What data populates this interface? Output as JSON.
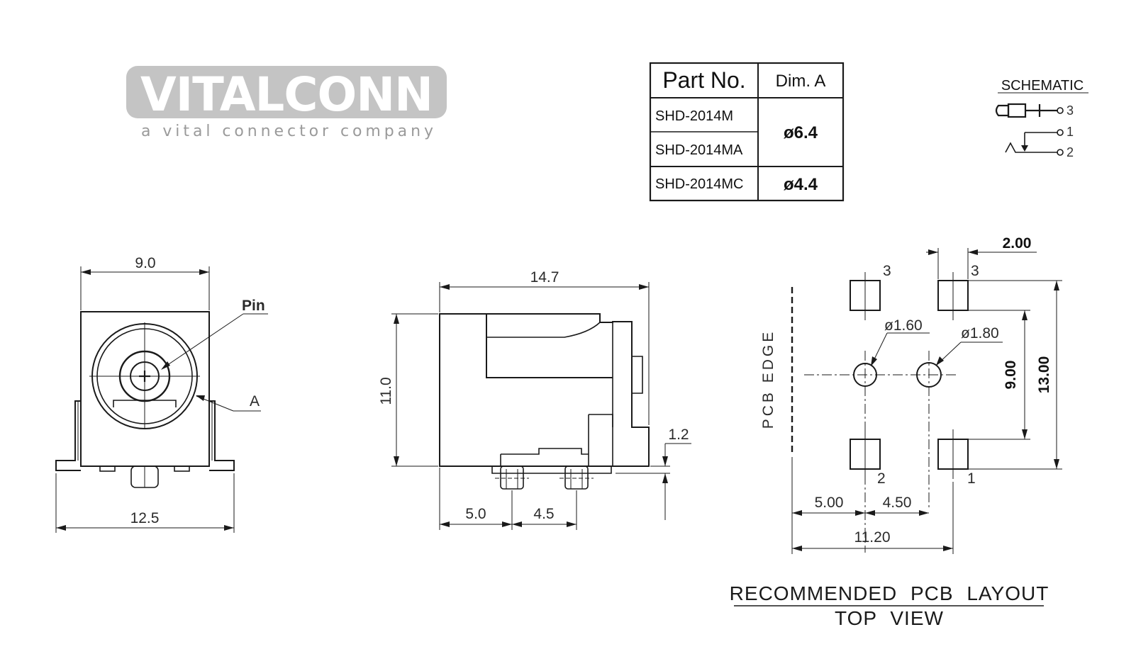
{
  "logo": {
    "brand": "VITALCONN",
    "tagline": "a vital connector company",
    "colors": {
      "badge": "#c4c4c4",
      "text": "#ffffff",
      "tagline": "#9a9a9a"
    }
  },
  "part_table": {
    "headers": [
      "Part No.",
      "Dim. A"
    ],
    "rows": [
      {
        "part": "SHD-2014M"
      },
      {
        "part": "SHD-2014MA"
      },
      {
        "part": "SHD-2014MC"
      }
    ],
    "dims": [
      "ø6.4",
      "ø4.4"
    ]
  },
  "schematic": {
    "title": "SCHEMATIC",
    "pins": [
      "3",
      "1",
      "2"
    ]
  },
  "front_view": {
    "width_top": "9.0",
    "width_bottom": "12.5",
    "pin_label": "Pin",
    "dim_a_label": "A"
  },
  "side_view": {
    "length": "14.7",
    "height": "11.0",
    "spacing_1": "5.0",
    "spacing_2": "4.5",
    "tail": "1.2"
  },
  "pcb_layout": {
    "edge_label": "PCB EDGE",
    "pad_gap": "2.00",
    "hole_1": "ø1.60",
    "hole_2": "ø1.80",
    "pitch_v_inner": "9.00",
    "pitch_v_outer": "13.00",
    "offset_1": "5.00",
    "offset_2": "4.50",
    "total": "11.20",
    "pad_labels": [
      "3",
      "3",
      "2",
      "1"
    ],
    "title": "RECOMMENDED PCB LAYOUT",
    "subtitle": "TOP VIEW"
  }
}
